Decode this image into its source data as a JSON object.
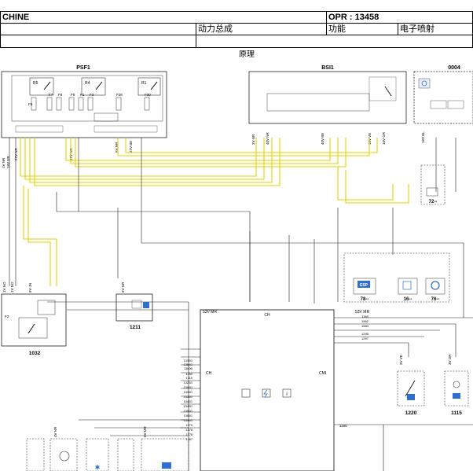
{
  "header": {
    "machine": "CHINE",
    "opr": "OPR : 13458",
    "system": "动力总成",
    "function_label": "功能",
    "function_value": "电子喷射",
    "section": "原理"
  },
  "diagram": {
    "components": {
      "psf1": "PSF1",
      "bsi1": "BSI1",
      "c0004": "0004",
      "c1032": "1032",
      "c1211": "1211",
      "c78": "78--",
      "c16": "16--",
      "c76": "76--",
      "c72": "72--",
      "c1220": "1220",
      "c1115": "1115",
      "ecu_ch_top": "CH",
      "ecu_ch_left": "CH",
      "ecu_cmi": "CMI",
      "esp_badge": "ESP",
      "ecu_left_connector": "53V MR",
      "ecu_right_connector": "53V MR"
    },
    "connectors": {
      "psf1_a": "27V NR",
      "psf1_b": "27V NR",
      "psf1_c": "6V NR",
      "psf1_d": "27V BE",
      "left_a": "1V NR",
      "left_b": "16V NR",
      "bsi_a": "2V NR",
      "bsi_b": "40V NR",
      "bsi_c": "40V BE",
      "bsi_d": "16V VE",
      "bsi_e": "16V GR",
      "c0004_a": "16V BL",
      "c1032_a": "1V NO",
      "c1032_b": "1V NO",
      "c1032_c": "6V JN",
      "c1211_a": "6V NR",
      "c1220_a": "2V VE",
      "c1115_a": "3V OR",
      "bottom_a": "4V NR",
      "bottom_b": "6V MR"
    },
    "relays": {
      "r5": "R5",
      "r4": "R4",
      "r1": "R1",
      "f5": "F5",
      "f7": "F7",
      "f8": "F8",
      "f6": "F6",
      "f1": "F1",
      "f3": "F3",
      "f28": "F28",
      "f30": "F30",
      "f2": "F2"
    },
    "ecu_pins_right": [
      "1365",
      "1562",
      "1583",
      "1295",
      "1297"
    ],
    "ecu_pins_left": [
      "1330G",
      "1360G",
      "1360B",
      "1350",
      "1310",
      "1320G",
      "1380G",
      "1330G",
      "1330G",
      "1340G",
      "1340G",
      "1350G",
      "1360G",
      "1330G",
      "1370",
      "1378",
      "1378",
      "1387"
    ],
    "bottom_wire": "1180"
  },
  "colors": {
    "wire_yellow": "#e6d200",
    "line": "#222222",
    "dashed": "#333333",
    "esp_blue": "#2f6fd0"
  }
}
